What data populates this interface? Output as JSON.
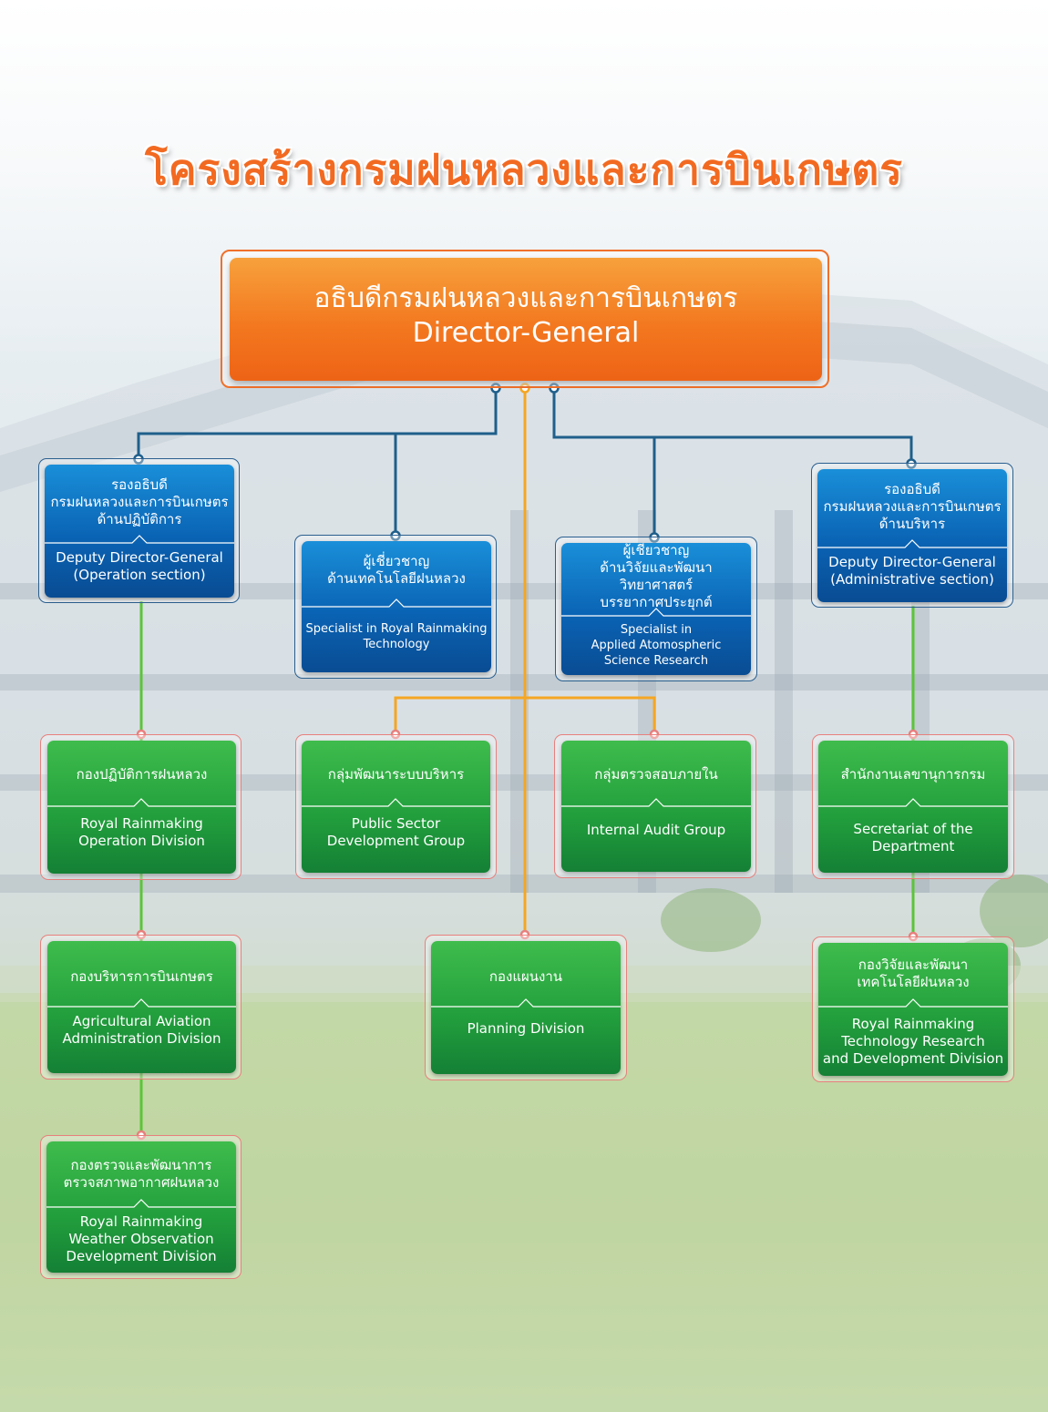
{
  "title": "โครงสร้างกรมฝนหลวงและการบินเกษตร",
  "director_general": {
    "th": "อธิบดีกรมฝนหลวงและการบินเกษตร",
    "en": "Director-General"
  },
  "deputy_operation": {
    "th": "รองอธิบดี\nกรมฝนหลวงและการบินเกษตร\nด้านปฏิบัติการ",
    "en": "Deputy Director-General\n(Operation section)"
  },
  "specialist_tech": {
    "th": "ผู้เชี่ยวชาญ\nด้านเทคโนโลยีฝนหลวง",
    "en": "Specialist in Royal Rainmaking\nTechnology"
  },
  "specialist_research": {
    "th": "ผู้เชี่ยวชาญ\nด้านวิจัยและพัฒนาวิทยาศาสตร์\nบรรยากาศประยุกต์",
    "en": "Specialist in\nApplied Atomospheric\nScience Research"
  },
  "deputy_admin": {
    "th": "รองอธิบดี\nกรมฝนหลวงและการบินเกษตร\nด้านบริหาร",
    "en": "Deputy Director-General\n(Administrative section)"
  },
  "units": {
    "operation_division": {
      "th": "กองปฏิบัติการฝนหลวง",
      "en": "Royal Rainmaking\nOperation Division"
    },
    "public_sector": {
      "th": "กลุ่มพัฒนาระบบบริหาร",
      "en": "Public Sector\nDevelopment Group"
    },
    "internal_audit": {
      "th": "กลุ่มตรวจสอบภายใน",
      "en": "Internal Audit Group"
    },
    "secretariat": {
      "th": "สำนักงานเลขานุการกรม",
      "en": "Secretariat of the\nDepartment"
    },
    "aviation_division": {
      "th": "กองบริหารการบินเกษตร",
      "en": "Agricultural Aviation\nAdministration Division"
    },
    "planning_division": {
      "th": "กองแผนงาน",
      "en": "Planning Division"
    },
    "research_division": {
      "th": "กองวิจัยและพัฒนา\nเทคโนโลยีฝนหลวง",
      "en": "Royal Rainmaking\nTechnology Research\nand Development Division"
    },
    "weather_division": {
      "th": "กองตรวจและพัฒนาการ\nตรวจสภาพอากาศฝนหลวง",
      "en": "Royal Rainmaking\nWeather Observation\nDevelopment Division"
    }
  },
  "colors": {
    "orange": "#f3781f",
    "blue_box": "#0a63b4",
    "green_box": "#23a03d",
    "blue_line": "#1f5f8b",
    "green_line": "#5cc43a",
    "orange_line": "#f5a623"
  }
}
